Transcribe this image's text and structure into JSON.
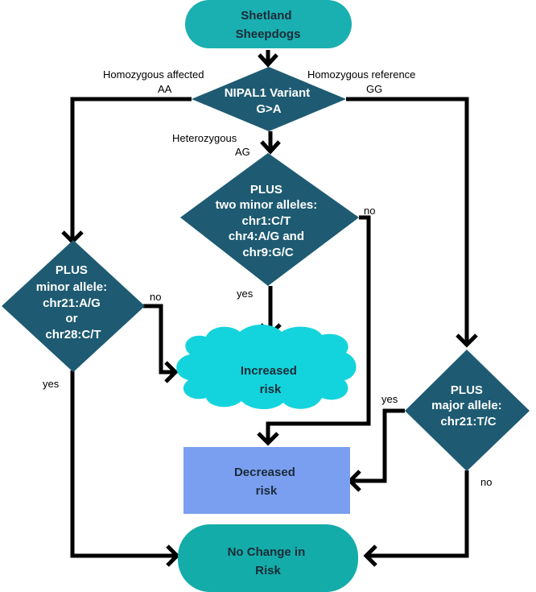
{
  "colors": {
    "start_terminal": "#1aafb0",
    "decision": "#1e5b72",
    "increased_cloud": "#13d4dd",
    "decreased_box": "#7a9ff0",
    "no_change_terminal": "#14aca9",
    "edge": "#000000",
    "decision_text": "#ffffff",
    "outcome_text": "#1a2b38"
  },
  "nodes": {
    "start": {
      "lines": [
        "Shetland",
        "Sheepdogs"
      ]
    },
    "nipal1": {
      "lines": [
        "NIPAL1 Variant",
        "G>A"
      ]
    },
    "two_minor": {
      "lines": [
        "PLUS",
        "two minor alleles:",
        "chr1:C/T",
        "chr4:A/G and",
        "chr9:G/C"
      ]
    },
    "minor_allele": {
      "lines": [
        "PLUS",
        "minor allele:",
        "chr21:A/G",
        "or",
        "chr28:C/T"
      ]
    },
    "major_allele": {
      "lines": [
        "PLUS",
        "major allele:",
        "chr21:T/C"
      ]
    },
    "increased": {
      "lines": [
        "Increased",
        "risk"
      ]
    },
    "decreased": {
      "lines": [
        "Decreased",
        "risk"
      ]
    },
    "no_change": {
      "lines": [
        "No Change in",
        "Risk"
      ]
    }
  },
  "edge_labels": {
    "homozygous_affected": "Homozygous affected",
    "aa": "AA",
    "homozygous_reference": "Homozygous reference",
    "gg": "GG",
    "heterozygous": "Heterozygous",
    "ag": "AG",
    "two_minor_no": "no",
    "two_minor_yes": "yes",
    "minor_allele_no": "no",
    "minor_allele_yes": "yes",
    "major_allele_yes": "yes",
    "major_allele_no": "no"
  }
}
